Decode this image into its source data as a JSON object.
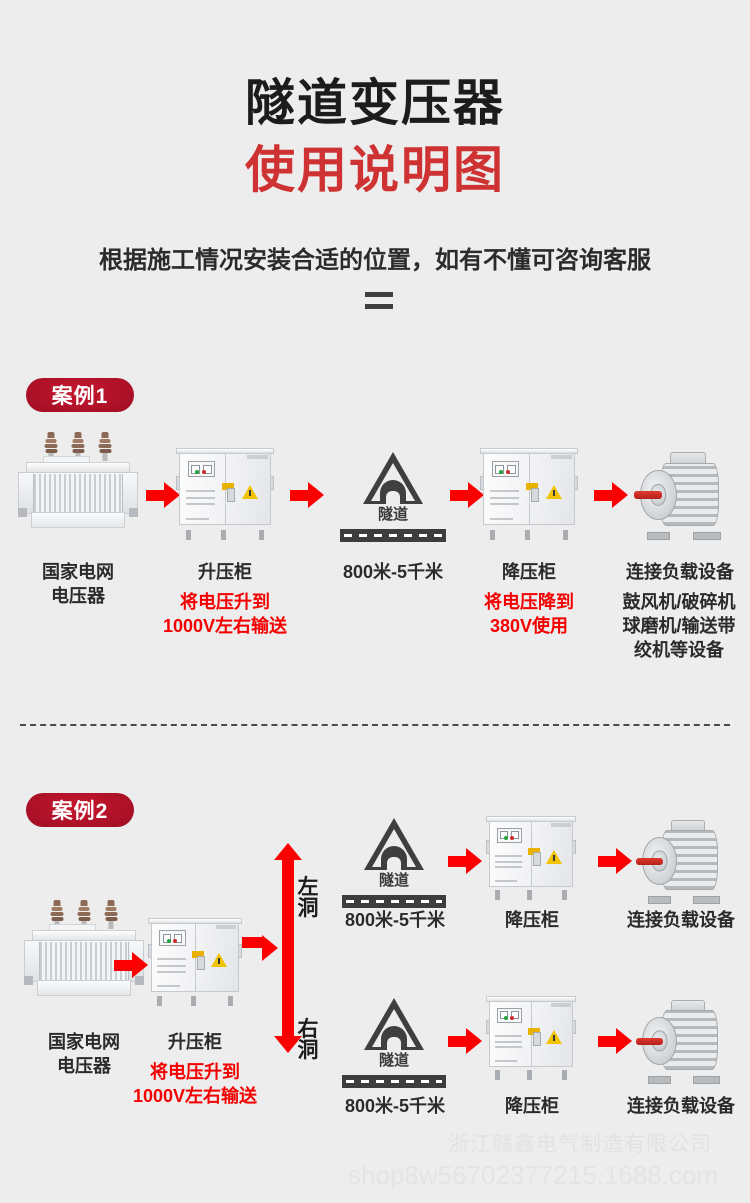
{
  "header": {
    "title_main": "隧道变压器",
    "title_sub": "使用说明图",
    "subtitle": "根据施工情况安装合适的位置，如有不懂可咨询客服",
    "divider_glyph": "equals-divider"
  },
  "colors": {
    "background": "#ededed",
    "title_dark": "#1c1c1c",
    "title_red": "#cf3232",
    "badge_red": "#b5122a",
    "arrow_red": "#fb0000",
    "caption_red": "#f40000",
    "caption_dark": "#2b2b2b"
  },
  "case1": {
    "badge": "案例1",
    "stages": [
      {
        "icon": "transformer-icon",
        "label": "国家电网",
        "label2": "电压器",
        "note": "",
        "note2": "",
        "note3": ""
      },
      {
        "icon": "step-up-cabinet-icon",
        "label": "升压柜",
        "label2": "",
        "note": "将电压升到",
        "note2": "1000V左右输送",
        "note3": ""
      },
      {
        "icon": "tunnel-sign-icon",
        "label": "800米-5千米",
        "label2": "",
        "sign_word": "隧道",
        "note": "",
        "note2": "",
        "note3": ""
      },
      {
        "icon": "step-down-cabinet-icon",
        "label": "降压柜",
        "label2": "",
        "note": "将电压降到",
        "note2": "380V使用",
        "note3": ""
      },
      {
        "icon": "motor-icon",
        "label": "连接负载设备",
        "label2": "",
        "note": "鼓风机/破碎机",
        "note2": "球磨机/输送带",
        "note3": "绞机等设备"
      }
    ]
  },
  "case2": {
    "badge": "案例2",
    "source": {
      "icon": "transformer-icon",
      "label": "国家电网",
      "label2": "电压器"
    },
    "stepup": {
      "icon": "step-up-cabinet-icon",
      "label": "升压柜",
      "note": "将电压升到",
      "note2": "1000V左右输送"
    },
    "branch": {
      "icon": "branch-arrow-icon",
      "top_label": "左洞",
      "bottom_label": "右洞"
    },
    "branches": [
      {
        "tunnel": {
          "icon": "tunnel-sign-icon",
          "sign_word": "隧道",
          "label": "800米-5千米"
        },
        "cabinet": {
          "icon": "step-down-cabinet-icon",
          "label": "降压柜"
        },
        "motor": {
          "icon": "motor-icon",
          "label": "连接负载设备"
        }
      },
      {
        "tunnel": {
          "icon": "tunnel-sign-icon",
          "sign_word": "隧道",
          "label": "800米-5千米"
        },
        "cabinet": {
          "icon": "step-down-cabinet-icon",
          "label": "降压柜"
        },
        "motor": {
          "icon": "motor-icon",
          "label": "连接负载设备"
        }
      }
    ]
  },
  "watermark": {
    "company": "浙江赣鑫电气制造有限公司",
    "shop_url": "shop8w56702377215.1688.com"
  }
}
